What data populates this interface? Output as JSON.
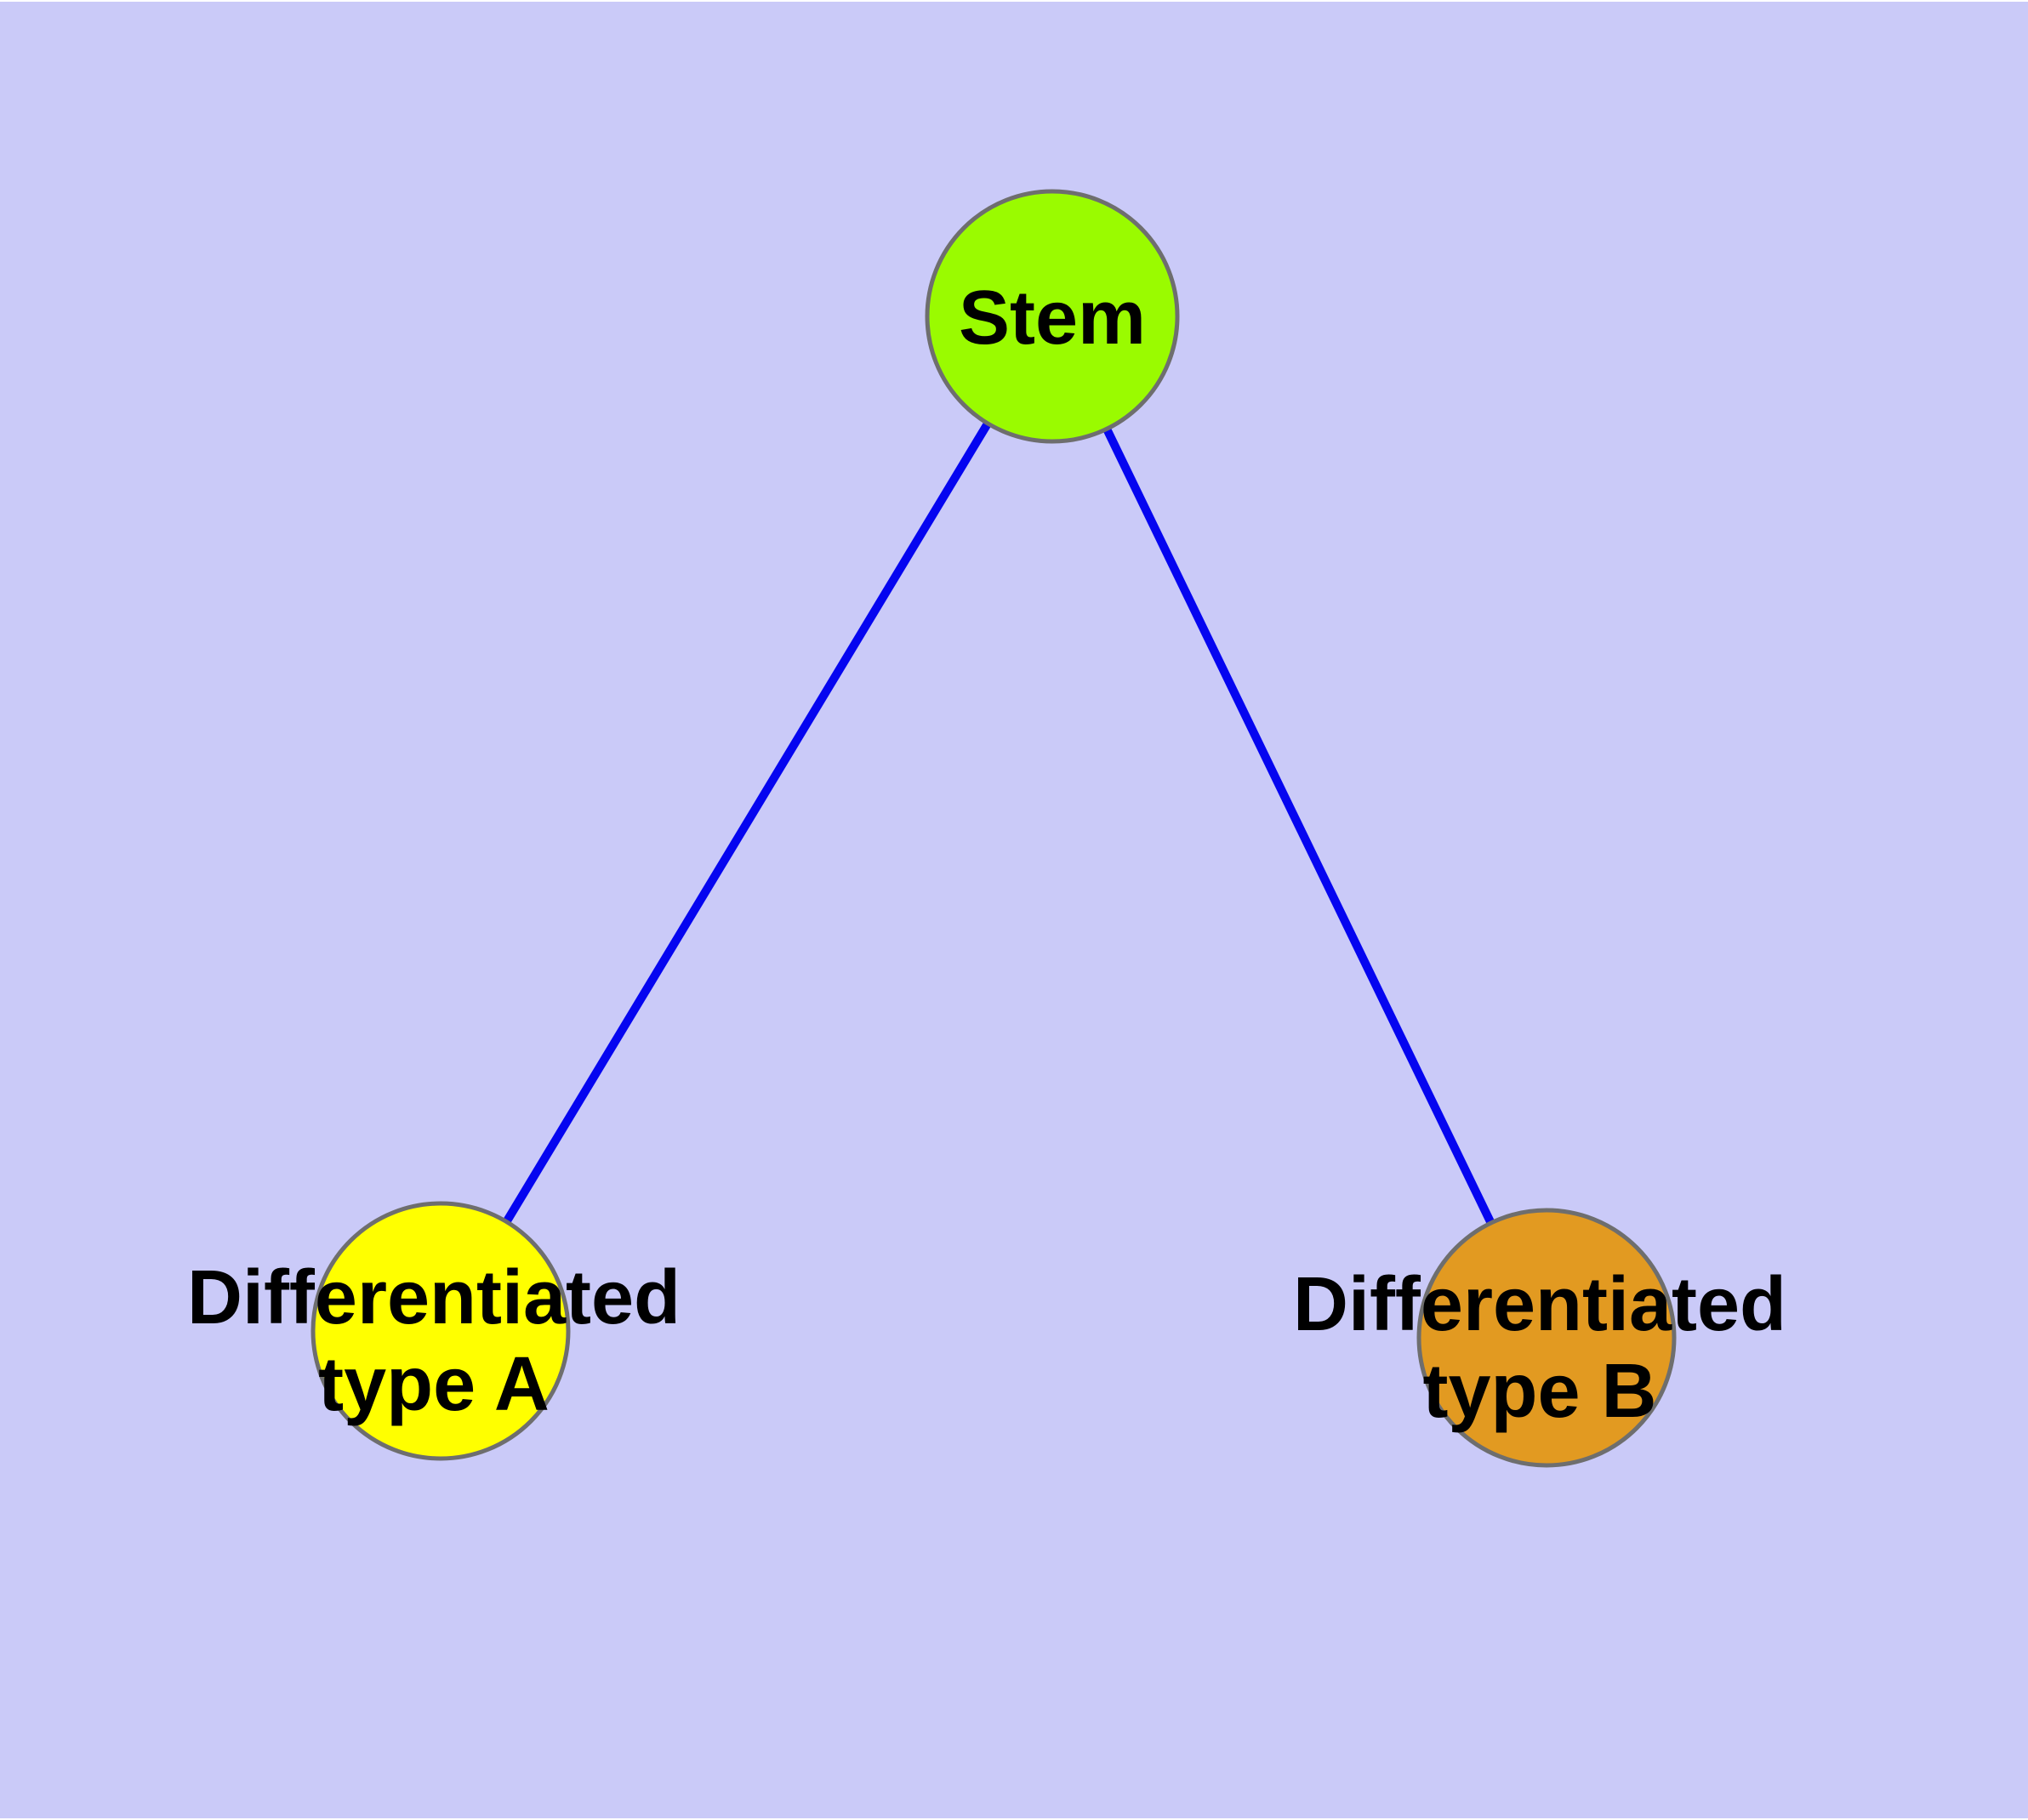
{
  "diagram": {
    "background_color": "#CACAF8",
    "edge_color": "#0505F0",
    "node_border_color": "#6E6E6E",
    "text_color": "#000000",
    "nodes": [
      {
        "id": "stem",
        "label": "Stem",
        "fill": "#9AFB00"
      },
      {
        "id": "differentiated-type-a",
        "label": "Differentiated type A",
        "label_line1": "Differentiated",
        "label_line2": "type A",
        "fill": "#FFFF00"
      },
      {
        "id": "differentiated-type-b",
        "label": "Differentiated type B",
        "label_line1": "Differentiated",
        "label_line2": "type B",
        "fill": "#E29A21"
      }
    ],
    "edges": [
      {
        "from": "Stem",
        "to": "Differentiated type A"
      },
      {
        "from": "Stem",
        "to": "Differentiated type B"
      }
    ]
  }
}
